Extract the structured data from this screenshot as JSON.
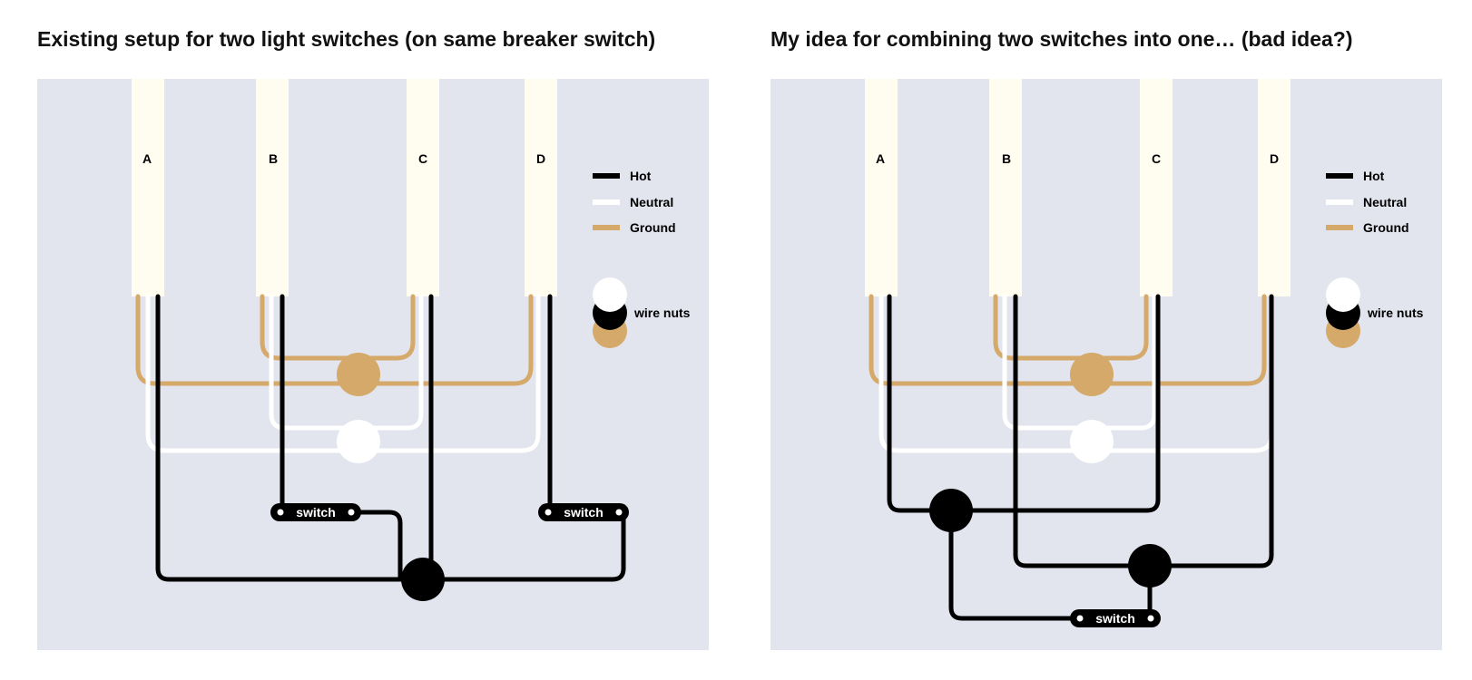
{
  "panels": {
    "existing": {
      "title": "Existing setup for two light switches (on same breaker switch)"
    },
    "idea": {
      "title": "My idea for combining two switches into one… (bad idea?)"
    }
  },
  "cables": [
    "A",
    "B",
    "C",
    "D"
  ],
  "legend": {
    "hot": "Hot",
    "neutral": "Neutral",
    "ground": "Ground",
    "wire_nuts": "wire nuts"
  },
  "switch_label": "switch",
  "colors": {
    "background": "#e2e4ee",
    "cable_jacket": "#fffdf0",
    "hot": "#000000",
    "neutral": "#ffffff",
    "ground": "#d4a96a",
    "title": "#111111"
  }
}
